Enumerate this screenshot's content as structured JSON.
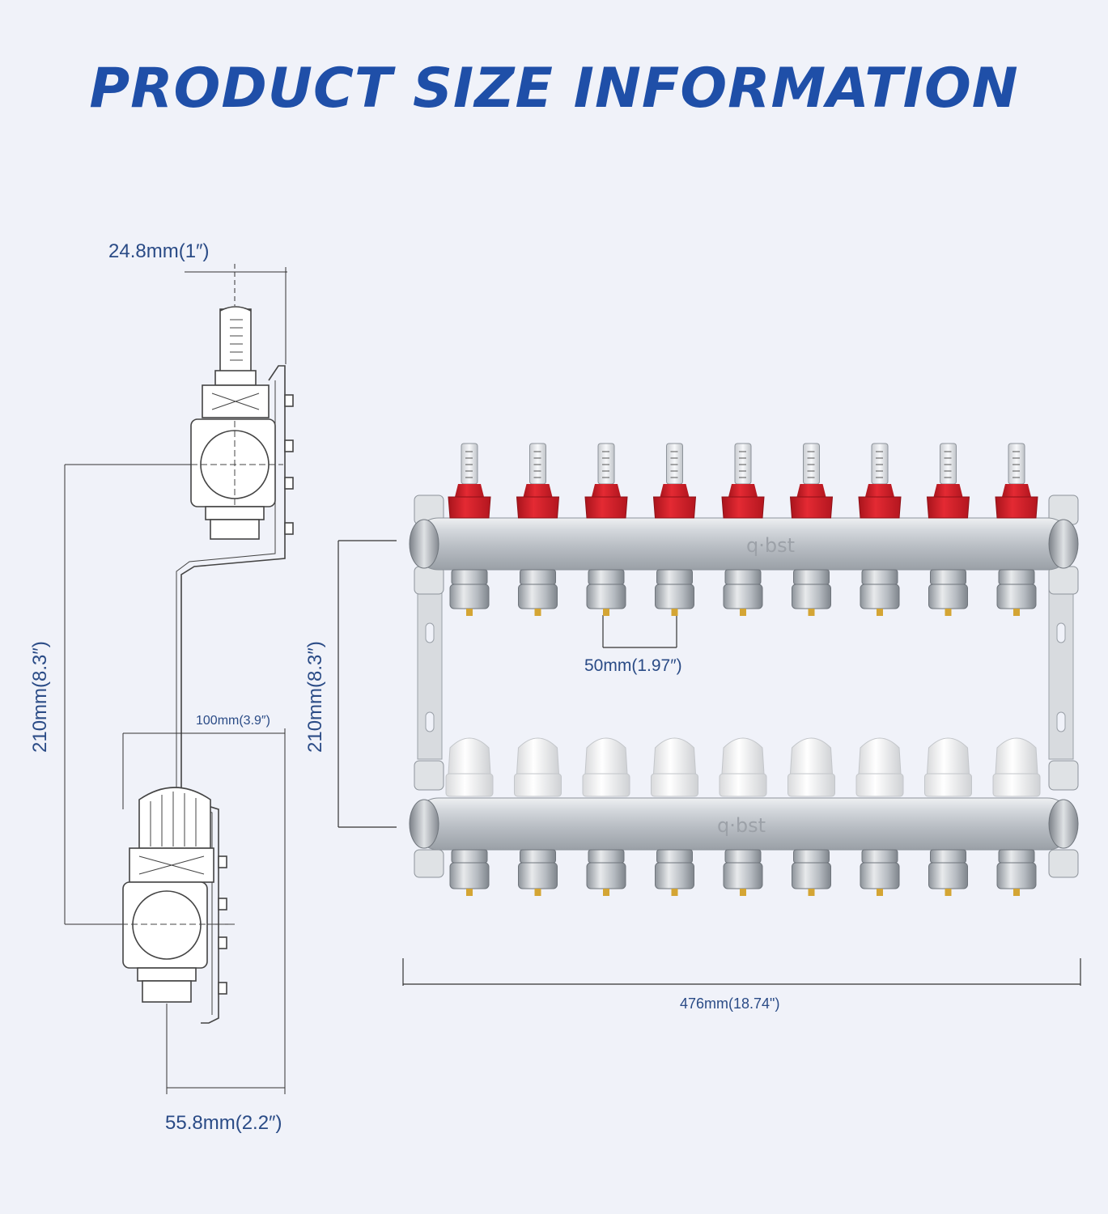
{
  "title": "PRODUCT SIZE INFORMATION",
  "dimensions": {
    "side_top_width": "24.8mm(1″)",
    "side_height": "210mm(8.3″)",
    "side_offset": "100mm(3.9″)",
    "side_bottom_width": "55.8mm(2.2″)",
    "front_height": "210mm(8.3″)",
    "outlet_spacing": "50mm(1.97″)",
    "total_length": "476mm(18.74\")"
  },
  "brand": {
    "logo_text": "q·bst"
  },
  "manifold": {
    "outlet_count": 9,
    "flow_meter_color": "#d9202a",
    "actuator_color": "#f4f4f4",
    "bar_color": "#c9cdd3",
    "brass_color": "#d4a534"
  },
  "colors": {
    "title": "#1f4fa8",
    "dimension_text": "#2a4b86",
    "background": "#f0f2f9"
  }
}
